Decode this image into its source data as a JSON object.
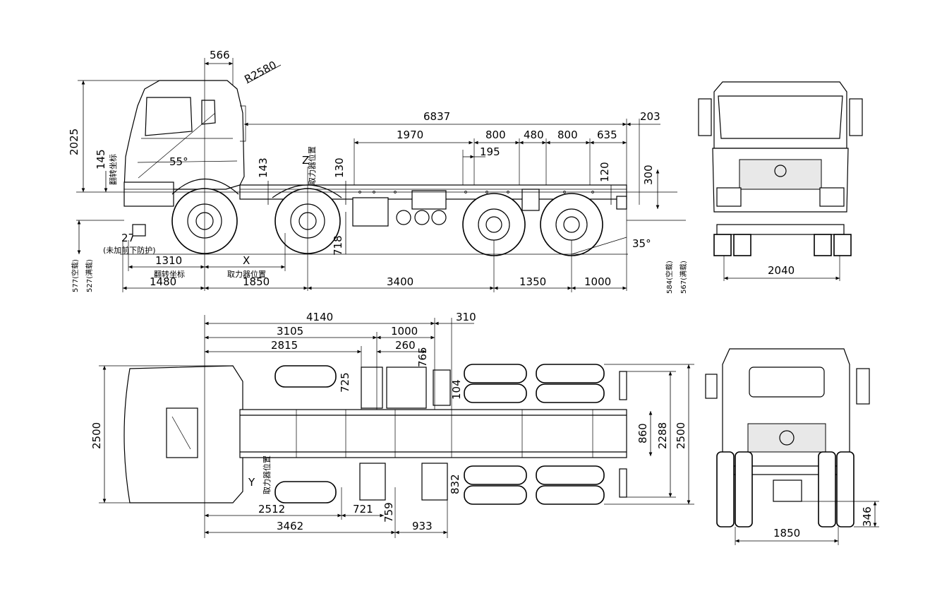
{
  "side_view": {
    "dimensions": {
      "d566": "566",
      "r2580": "R2580",
      "d6837": "6837",
      "d203": "203",
      "d1970": "1970",
      "d800a": "800",
      "d480": "480",
      "d800b": "800",
      "d635": "635",
      "d195": "195",
      "d2025": "2025",
      "d145": "145",
      "d143": "143",
      "d130": "130",
      "d120": "120",
      "d300": "300",
      "d27": "27",
      "d718": "718",
      "d1310": "1310",
      "d1480": "1480",
      "d1850": "1850",
      "d3400": "3400",
      "d1350": "1350",
      "d1000": "1000",
      "d577": "577(空载)",
      "d527": "527(满载)",
      "d584": "584(空载)",
      "d567": "567(满载)"
    },
    "angles": {
      "a55": "55°",
      "a35": "35°"
    },
    "labels": {
      "z": "Z",
      "x": "X",
      "pto_pos_z": "取力器位置",
      "pto_pos_x": "取力器位置",
      "tilt_coord_v": "翻转坐标",
      "tilt_coord_h": "翻转坐标",
      "no_front_guard": "(未加前下防护)"
    }
  },
  "front_view": {
    "d2040": "2040"
  },
  "top_view": {
    "dimensions": {
      "d4140": "4140",
      "d310": "310",
      "d3105": "3105",
      "d1000": "1000",
      "d2815": "2815",
      "d260": "260",
      "d765": "765",
      "d725": "725",
      "d104": "104",
      "d2500": "2500",
      "d860": "860",
      "d2288": "2288",
      "d2500r": "2500",
      "d832": "832",
      "d2512": "2512",
      "d721": "721",
      "d759": "759",
      "d3462": "3462",
      "d933": "933"
    },
    "labels": {
      "y": "Y",
      "pto_pos_y": "取力器位置"
    }
  },
  "rear_view": {
    "d1850": "1850",
    "d346": "346"
  }
}
